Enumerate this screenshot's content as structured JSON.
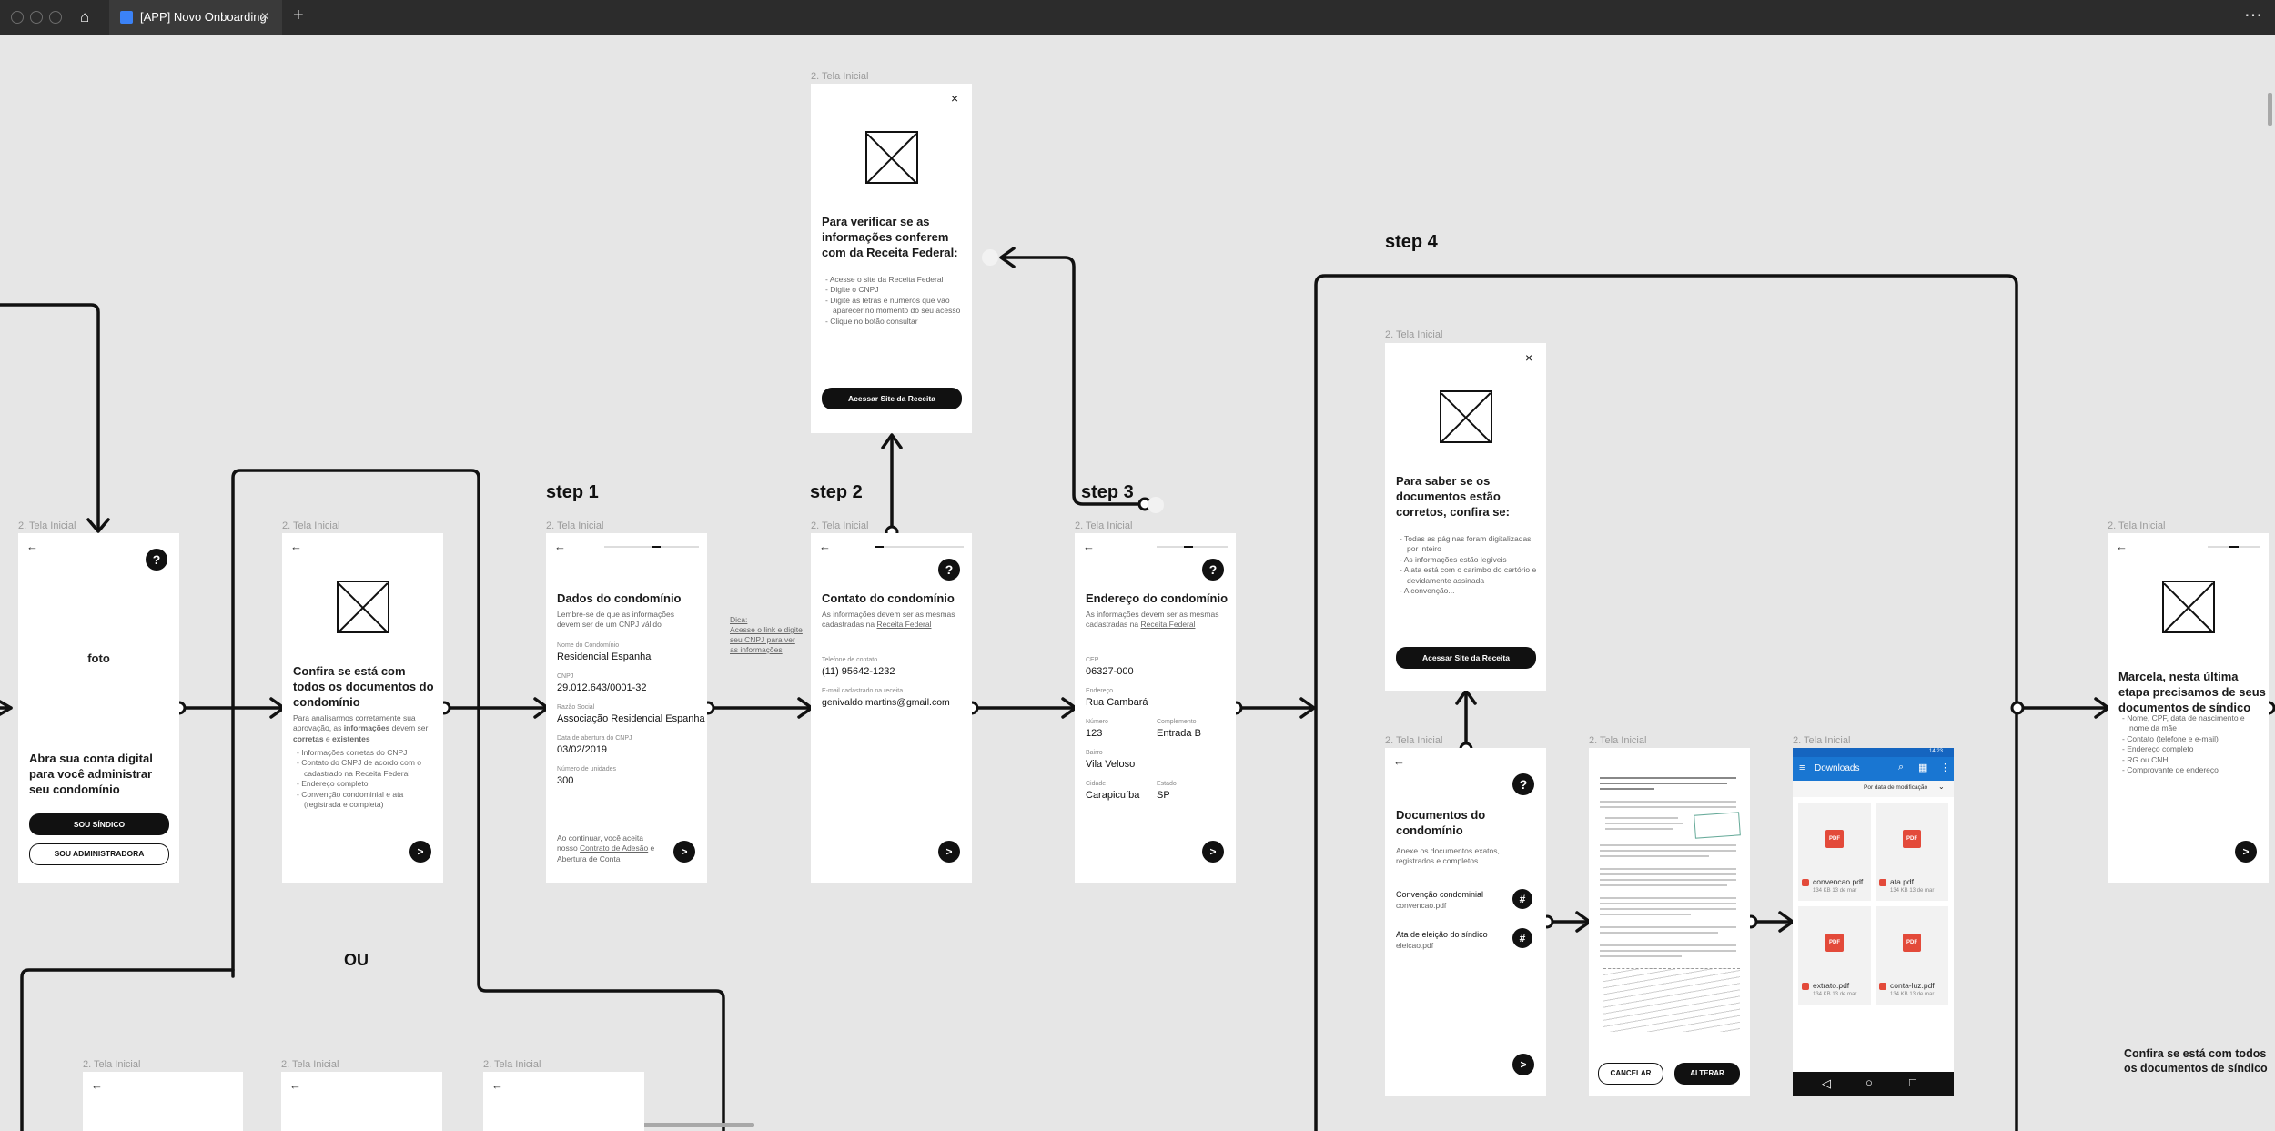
{
  "window": {
    "tab_title": "[APP] Novo Onboarding",
    "home": "⌂",
    "close": "✕",
    "add_tab": "+",
    "menu": "⋯"
  },
  "frame_label": "2. Tela Inicial",
  "steps": {
    "s1": "step 1",
    "s2": "step 2",
    "s3": "step 3",
    "s4": "step 4"
  },
  "ou": "OU",
  "common": {
    "back": "←",
    "help": "?",
    "next": ">",
    "close": "×"
  },
  "welcome": {
    "photo": "foto",
    "title": "Abra sua conta digital para você administrar seu condomínio",
    "btn_sindico": "SOU SÍNDICO",
    "btn_admin": "SOU ADMINISTRADORA"
  },
  "confirm_docs": {
    "title": "Confira se está com todos os documentos do condomínio",
    "desc_a": "Para analisarmos corretamente sua aprovação, as ",
    "desc_b": "informações",
    "desc_c": " devem ser ",
    "desc_d": "corretas",
    "desc_e": " e ",
    "desc_f": "existentes",
    "items": [
      "Informações corretas do CNPJ",
      "Contato do CNPJ de acordo com o cadastrado na Receita Federal",
      "Endereço completo",
      "Convenção condominial e ata (registrada e completa)"
    ]
  },
  "dados": {
    "title": "Dados do condomínio",
    "desc": "Lembre-se de que as informações devem ser de um CNPJ válido",
    "nome_label": "Nome do Condomínio",
    "nome_value": "Residencial Espanha",
    "cnpj_label": "CNPJ",
    "cnpj_value": "29.012.643/0001-32",
    "razao_label": "Razão Social",
    "razao_value": "Associação Residencial Espanha",
    "abertura_label": "Data de abertura do CNPJ",
    "abertura_value": "03/02/2019",
    "unidades_label": "Número de unidades",
    "unidades_value": "300",
    "terms_a": "Ao continuar, você aceita nosso ",
    "terms_link1": "Contrato de Adesão",
    "terms_b": " e ",
    "terms_link2": "Abertura de Conta"
  },
  "dica": {
    "title": "Dica:",
    "text": "Acesse o link e digite seu CNPJ para ver as informações"
  },
  "contato": {
    "title": "Contato do condomínio",
    "desc": "As informações devem ser as mesmas cadastradas na ",
    "desc_link": "Receita Federal",
    "tel_label": "Telefone de contato",
    "tel_value": "(11) 95642-1232",
    "email_label": "E-mail cadastrado na receita",
    "email_value": "genivaldo.martins@gmail.com"
  },
  "receita_modal": {
    "title": "Para verificar se as informações conferem com da Receita Federal:",
    "items": [
      "Acesse o site da Receita Federal",
      "Digite o CNPJ",
      "Digite as letras e números que vão aparecer no momento do seu acesso",
      "Clique no botão consultar"
    ],
    "button": "Acessar Site da Receita"
  },
  "endereco": {
    "title": "Endereço do condomínio",
    "desc": "As informações devem ser as mesmas cadastradas na ",
    "desc_link": "Receita Federal",
    "cep_label": "CEP",
    "cep_value": "06327-000",
    "end_label": "Endereço",
    "end_value": "Rua Cambará",
    "num_label": "Número",
    "num_value": "123",
    "comp_label": "Complemento",
    "comp_value": "Entrada B",
    "bairro_label": "Bairro",
    "bairro_value": "Vila Veloso",
    "cidade_label": "Cidade",
    "cidade_value": "Carapicuíba",
    "estado_label": "Estado",
    "estado_value": "SP"
  },
  "docs_modal": {
    "title": "Para saber se os documentos estão corretos, confira se:",
    "items": [
      "Todas as páginas foram digitalizadas por inteiro",
      "As informações estão legíveis",
      "A ata está com o carimbo do cartório e devidamente assinada",
      "A convenção..."
    ],
    "button": "Acessar Site da Receita"
  },
  "documentos": {
    "title": "Documentos do condomínio",
    "desc": "Anexe os documentos exatos, registrados e completos",
    "doc1_label": "Convenção condominial",
    "doc1_file": "convencao.pdf",
    "doc2_label": "Ata de eleição do síndico",
    "doc2_file": "eleicao.pdf",
    "hash": "#"
  },
  "preview": {
    "cancel": "CANCELAR",
    "change": "ALTERAR"
  },
  "downloads": {
    "header": "Downloads",
    "sort": "Por data de modificação",
    "pdf": "PDF",
    "files": [
      {
        "name": "convencao.pdf",
        "meta": "134 KB 13 de mar"
      },
      {
        "name": "ata.pdf",
        "meta": "134 KB 13 de mar"
      },
      {
        "name": "extrato.pdf",
        "meta": "134 KB 13 de mar"
      },
      {
        "name": "conta-luz.pdf",
        "meta": "134 KB 13 de mar"
      }
    ],
    "status_time": "14:23",
    "nav_back": "◁",
    "nav_home": "○",
    "nav_recent": "□"
  },
  "final": {
    "title": "Marcela, nesta última etapa precisamos de seus documentos de síndico",
    "items": [
      "Nome, CPF, data de nascimento e nome da mãe",
      "Contato (telefone e e-mail)",
      "Endereço completo",
      "RG ou CNH",
      "Comprovante de endereço"
    ]
  },
  "bottom_text": "Confira se está com todos os documentos de síndico"
}
